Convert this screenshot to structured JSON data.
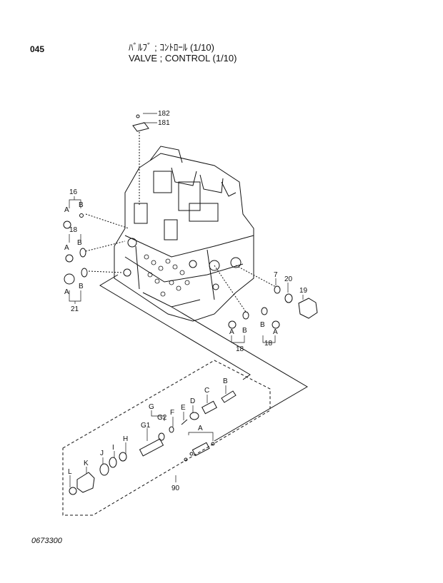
{
  "header": {
    "page_code": "045",
    "title_ja": "ﾊﾞﾙﾌﾞ ; ｺﾝﾄﾛｰﾙ (1/10)",
    "title_en": "VALVE ; CONTROL (1/10)"
  },
  "footer": {
    "drawing_code": "0673300"
  },
  "callouts": {
    "c182": "182",
    "c181": "181",
    "c16": "16",
    "c16A": "A",
    "c16B": "B",
    "c18a": "18",
    "c18aA": "A",
    "c18aB": "B",
    "c21": "21",
    "c21A": "A",
    "c21B": "B",
    "c7": "7",
    "c20": "20",
    "c19": "19",
    "c18b": "18",
    "c18bA": "A",
    "c18bB": "B",
    "c18c": "18",
    "c18cA": "A",
    "c18cB": "B",
    "kB": "B",
    "kC": "C",
    "kD": "D",
    "kE": "E",
    "kF": "F",
    "kG": "G",
    "kG2": "G2",
    "kG1": "G1",
    "kA": "A",
    "kH": "H",
    "kI": "I",
    "kJ": "J",
    "kK": "K",
    "kL": "L",
    "c90": "90"
  }
}
